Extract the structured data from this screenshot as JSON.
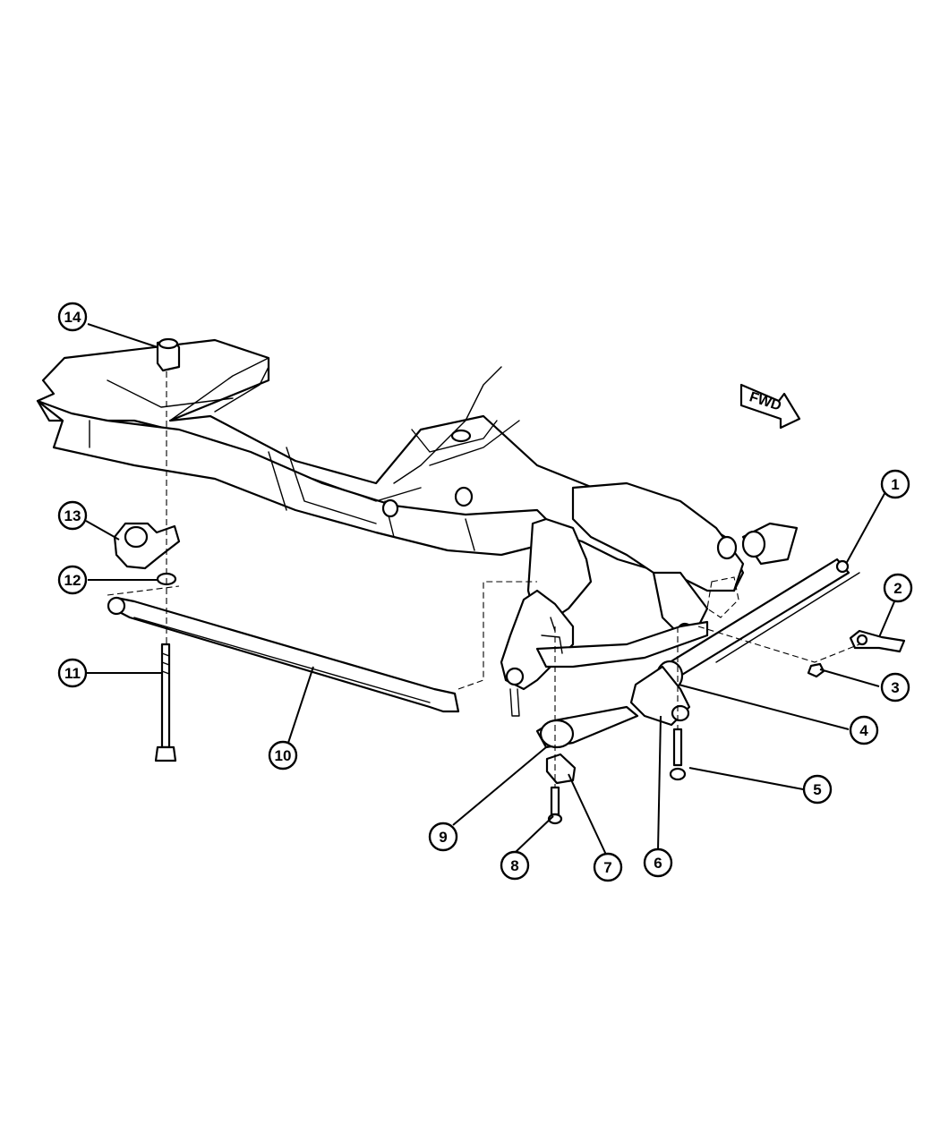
{
  "diagram": {
    "direction_label": "FWD",
    "callouts": [
      {
        "number": "1"
      },
      {
        "number": "2"
      },
      {
        "number": "3"
      },
      {
        "number": "4"
      },
      {
        "number": "5"
      },
      {
        "number": "6"
      },
      {
        "number": "7"
      },
      {
        "number": "8"
      },
      {
        "number": "9"
      },
      {
        "number": "10"
      },
      {
        "number": "11"
      },
      {
        "number": "12"
      },
      {
        "number": "13"
      },
      {
        "number": "14"
      }
    ]
  }
}
